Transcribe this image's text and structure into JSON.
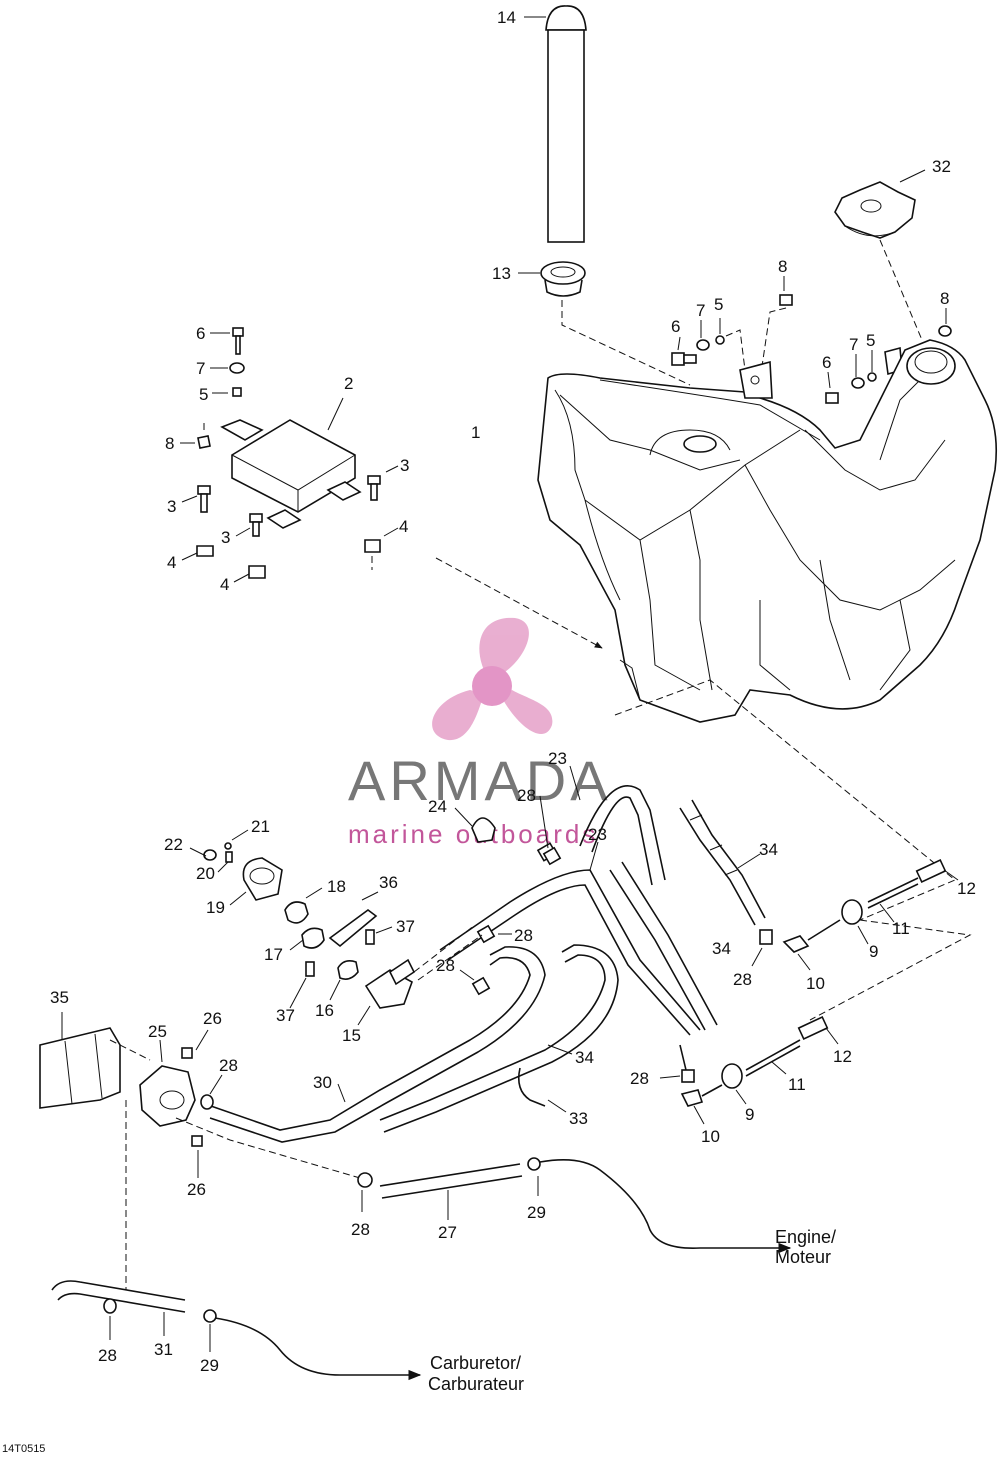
{
  "diagram": {
    "reference_code": "14T0515",
    "watermark": {
      "brand": "ARMADA",
      "tagline": "marine outboards",
      "logo_icon": "propeller-icon",
      "brand_color": "#e7a6cc"
    },
    "destinations": {
      "engine": {
        "line1": "Engine/",
        "line2": "Moteur"
      },
      "carburetor": {
        "line1": "Carburetor/",
        "line2": "Carburateur"
      }
    },
    "callouts": [
      {
        "id": "c14a",
        "text": "14"
      },
      {
        "id": "c13a",
        "text": "13"
      },
      {
        "id": "c32a",
        "text": "32"
      },
      {
        "id": "c8a",
        "text": "8"
      },
      {
        "id": "c7a",
        "text": "7"
      },
      {
        "id": "c5a",
        "text": "5"
      },
      {
        "id": "c6a",
        "text": "6"
      },
      {
        "id": "c8b",
        "text": "8"
      },
      {
        "id": "c7b",
        "text": "7"
      },
      {
        "id": "c5b",
        "text": "5"
      },
      {
        "id": "c6b",
        "text": "6"
      },
      {
        "id": "c6c",
        "text": "6"
      },
      {
        "id": "c7c",
        "text": "7"
      },
      {
        "id": "c5c",
        "text": "5"
      },
      {
        "id": "c8c",
        "text": "8"
      },
      {
        "id": "c2a",
        "text": "2"
      },
      {
        "id": "c1a",
        "text": "1"
      },
      {
        "id": "c3a",
        "text": "3"
      },
      {
        "id": "c3b",
        "text": "3"
      },
      {
        "id": "c3c",
        "text": "3"
      },
      {
        "id": "c4a",
        "text": "4"
      },
      {
        "id": "c4b",
        "text": "4"
      },
      {
        "id": "c4c",
        "text": "4"
      },
      {
        "id": "c23a",
        "text": "23"
      },
      {
        "id": "c24a",
        "text": "24"
      },
      {
        "id": "c28a",
        "text": "28"
      },
      {
        "id": "c23b",
        "text": "23"
      },
      {
        "id": "c22a",
        "text": "22"
      },
      {
        "id": "c21a",
        "text": "21"
      },
      {
        "id": "c20a",
        "text": "20"
      },
      {
        "id": "c19a",
        "text": "19"
      },
      {
        "id": "c18a",
        "text": "18"
      },
      {
        "id": "c36a",
        "text": "36"
      },
      {
        "id": "c37a",
        "text": "37"
      },
      {
        "id": "c17a",
        "text": "17"
      },
      {
        "id": "c37b",
        "text": "37"
      },
      {
        "id": "c16a",
        "text": "16"
      },
      {
        "id": "c15a",
        "text": "15"
      },
      {
        "id": "c34a",
        "text": "34"
      },
      {
        "id": "c12a",
        "text": "12"
      },
      {
        "id": "c11a",
        "text": "11"
      },
      {
        "id": "c9a",
        "text": "9"
      },
      {
        "id": "c10a",
        "text": "10"
      },
      {
        "id": "c28b",
        "text": "28"
      },
      {
        "id": "c34b",
        "text": "34"
      },
      {
        "id": "c28c",
        "text": "28"
      },
      {
        "id": "c28d",
        "text": "28"
      },
      {
        "id": "c35a",
        "text": "35"
      },
      {
        "id": "c25a",
        "text": "25"
      },
      {
        "id": "c26a",
        "text": "26"
      },
      {
        "id": "c28e",
        "text": "28"
      },
      {
        "id": "c30a",
        "text": "30"
      },
      {
        "id": "c34c",
        "text": "34"
      },
      {
        "id": "c33a",
        "text": "33"
      },
      {
        "id": "c28f",
        "text": "28"
      },
      {
        "id": "c12b",
        "text": "12"
      },
      {
        "id": "c11b",
        "text": "11"
      },
      {
        "id": "c9b",
        "text": "9"
      },
      {
        "id": "c10b",
        "text": "10"
      },
      {
        "id": "c26b",
        "text": "26"
      },
      {
        "id": "c28g",
        "text": "28"
      },
      {
        "id": "c27a",
        "text": "27"
      },
      {
        "id": "c29a",
        "text": "29"
      },
      {
        "id": "c28h",
        "text": "28"
      },
      {
        "id": "c31a",
        "text": "31"
      },
      {
        "id": "c29b",
        "text": "29"
      }
    ]
  }
}
